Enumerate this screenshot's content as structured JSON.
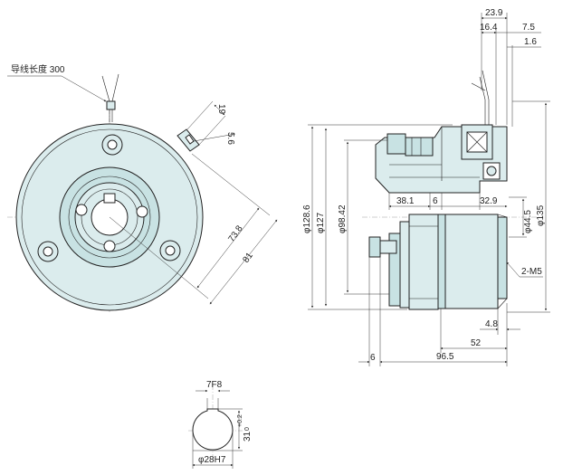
{
  "colors": {
    "body_fill": "#dbeced",
    "part_fill": "#c8e2e3",
    "hub_fill": "#ffffff",
    "line": "#222222"
  },
  "labels": {
    "lead_wire": "导线长度 300",
    "front": {
      "dim_19": "19",
      "dim_56": "5.6",
      "dim_738": "73.8",
      "dim_81": "81"
    },
    "side": {
      "dim_239": "23.9",
      "dim_164": "16.4",
      "dim_75": "7.5",
      "dim_16": "1.6",
      "dim_381": "38.1",
      "dim_6_top": "6",
      "dim_329": "32.9",
      "dim_1286": "φ128.6",
      "dim_127": "φ127",
      "dim_9842": "φ98.42",
      "dim_445": "φ44.5",
      "dim_135": "φ135",
      "dim_m5": "2-M5",
      "dim_48": "4.8",
      "dim_52": "52",
      "dim_6_bot": "6",
      "dim_965": "96.5"
    },
    "bore": {
      "key_width": "7F8",
      "key_height": "31",
      "key_tol": "+0.2",
      "key_tol_lo": "0",
      "bore_dia": "φ28H7"
    }
  }
}
